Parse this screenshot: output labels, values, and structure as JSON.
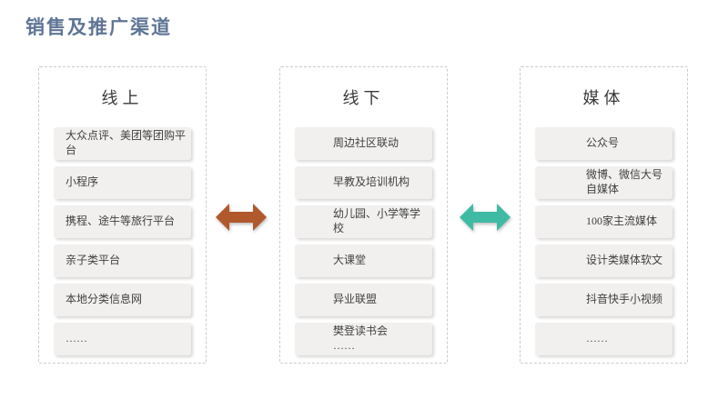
{
  "title": "销售及推广渠道",
  "colors": {
    "title": "#5f7596",
    "arrow_online_offline": "#b0592c",
    "arrow_offline_media": "#3fbaa4",
    "item_background": "#f1f0ee"
  },
  "columns": [
    {
      "header": "线上",
      "items": [
        "大众点评、美团等团购平台",
        "小程序",
        "携程、途牛等旅行平台",
        "亲子类平台",
        "本地分类信息网",
        "……"
      ]
    },
    {
      "header": "线下",
      "items": [
        "周边社区联动",
        "早教及培训机构",
        "幼儿园、小学等学校",
        "大课堂",
        "异业联盟",
        "樊登读书会\n……"
      ]
    },
    {
      "header": "媒体",
      "items": [
        "公众号",
        "微博、微信大号自媒体",
        "100家主流媒体",
        "设计类媒体软文",
        "抖音快手小视频",
        "……"
      ]
    }
  ],
  "arrows": [
    {
      "name": "online-offline-arrow",
      "direction": "both",
      "color": "#b0592c"
    },
    {
      "name": "offline-media-arrow",
      "direction": "both",
      "color": "#3fbaa4"
    }
  ]
}
